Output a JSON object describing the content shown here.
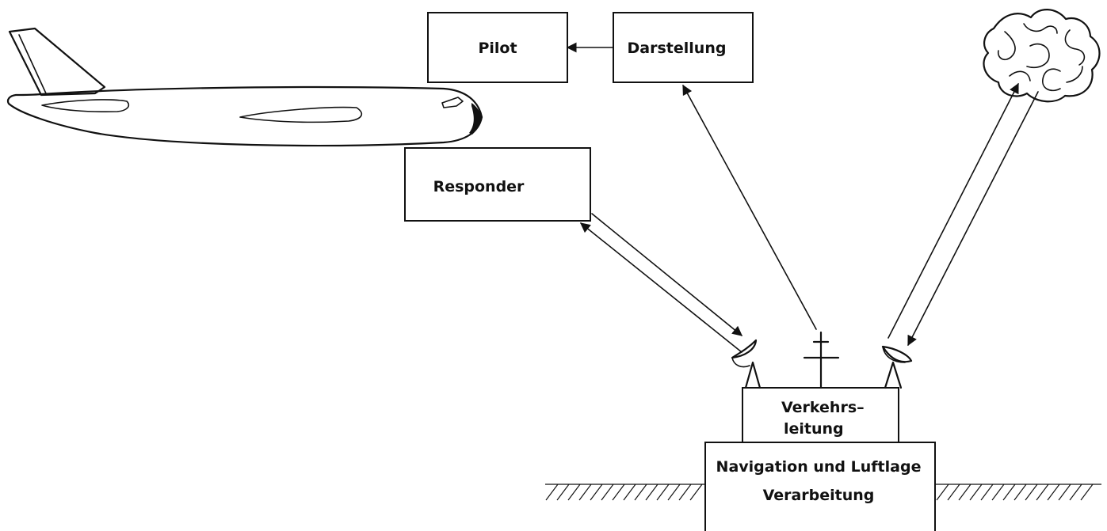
{
  "diagram": {
    "pilot": "Pilot",
    "darstellung": "Darstellung",
    "responder": "Responder",
    "verkehrs_line1": "Verkehrs–",
    "verkehrs_line2": "leitung",
    "navigation_line1": "Navigation und Luftlage",
    "navigation_line2": "Verarbeitung"
  },
  "icons": {
    "aircraft": "aircraft-icon",
    "cloud": "cloud-icon",
    "left_antenna": "radar-dish-icon",
    "right_antenna": "radar-dish-icon",
    "mast": "antenna-mast-icon"
  },
  "colors": {
    "ink": "#111111",
    "background": "#ffffff"
  }
}
